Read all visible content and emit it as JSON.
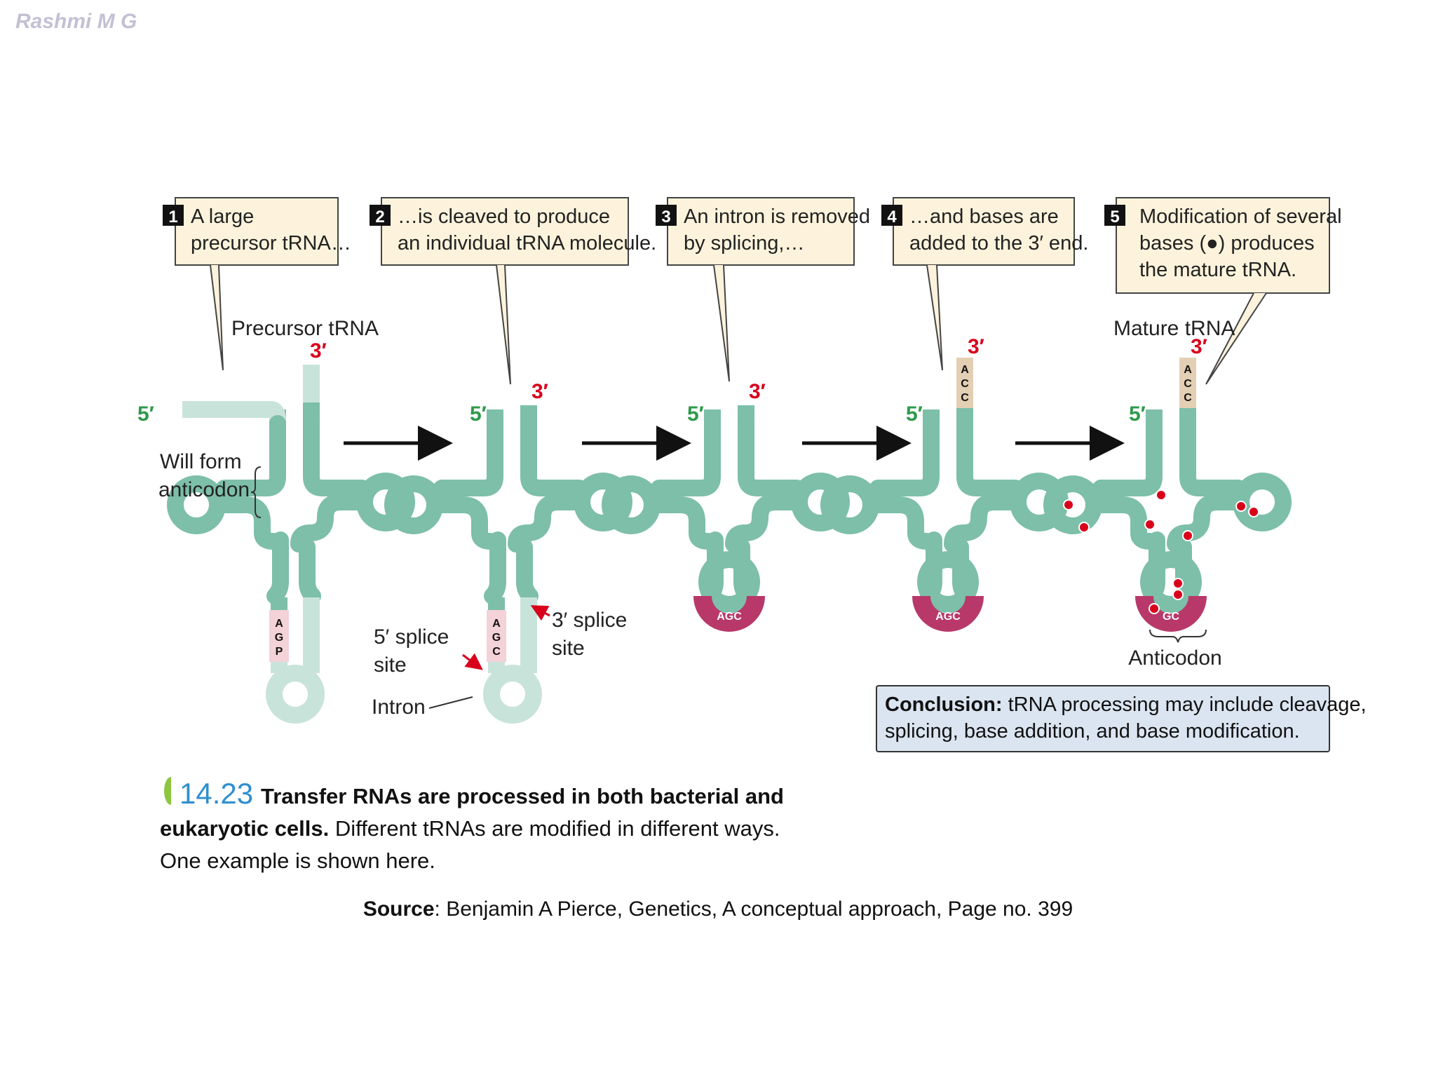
{
  "watermark": "Rashmi M G",
  "steps": [
    {
      "num": "1",
      "lines": [
        "A large",
        "precursor tRNA…"
      ]
    },
    {
      "num": "2",
      "lines": [
        "…is cleaved to produce",
        "an individual tRNA molecule."
      ]
    },
    {
      "num": "3",
      "lines": [
        "An intron is removed",
        "by splicing,…"
      ]
    },
    {
      "num": "4",
      "lines": [
        "…and bases are",
        "added to the 3′ end."
      ]
    },
    {
      "num": "5",
      "lines": [
        "Modification of several",
        "bases (●) produces",
        "the mature tRNA."
      ]
    }
  ],
  "labels": {
    "precursor": "Precursor tRNA",
    "mature": "Mature tRNA",
    "five_prime": "5′",
    "three_prime": "3′",
    "will_form": "Will form",
    "anticodon_word": "anticodon",
    "splice5_a": "5′ splice",
    "splice5_b": "site",
    "splice3_a": "3′ splice",
    "splice3_b": "site",
    "intron": "Intron",
    "anticodon": "Anticodon",
    "acc": [
      "A",
      "C",
      "C"
    ],
    "agp": [
      "A",
      "G",
      "P"
    ],
    "agc": [
      "A",
      "G",
      "C"
    ],
    "loop_agc": "AGC",
    "loop_gc": "GC"
  },
  "conclusion": {
    "bold": "Conclusion:",
    "line1": " tRNA processing may include cleavage,",
    "line2": "splicing, base addition, and base modification."
  },
  "caption": {
    "number": "14.23",
    "bold1": "Transfer RNAs are processed in both bacterial and",
    "bold2": "eukaryotic cells.",
    "rest2": " Different tRNAs are modified in different ways.",
    "line3": "One example is shown here."
  },
  "source": {
    "bold": "Source",
    "text": ": Benjamin A Pierce, Genetics, A conceptual approach, Page no. 399"
  },
  "colors": {
    "trna": "#7dbfa8",
    "trna_light": "#c8e3da",
    "callout_bg": "#fdf3dc",
    "conclusion_bg": "#dbe5f1",
    "red": "#d9001b",
    "green": "#2e9a4a",
    "anticodon_loop": "#b8386a",
    "acc_bg": "#e3cfb4",
    "agp_bg": "#f3d2d8",
    "caption_blue": "#2f8fcf"
  }
}
